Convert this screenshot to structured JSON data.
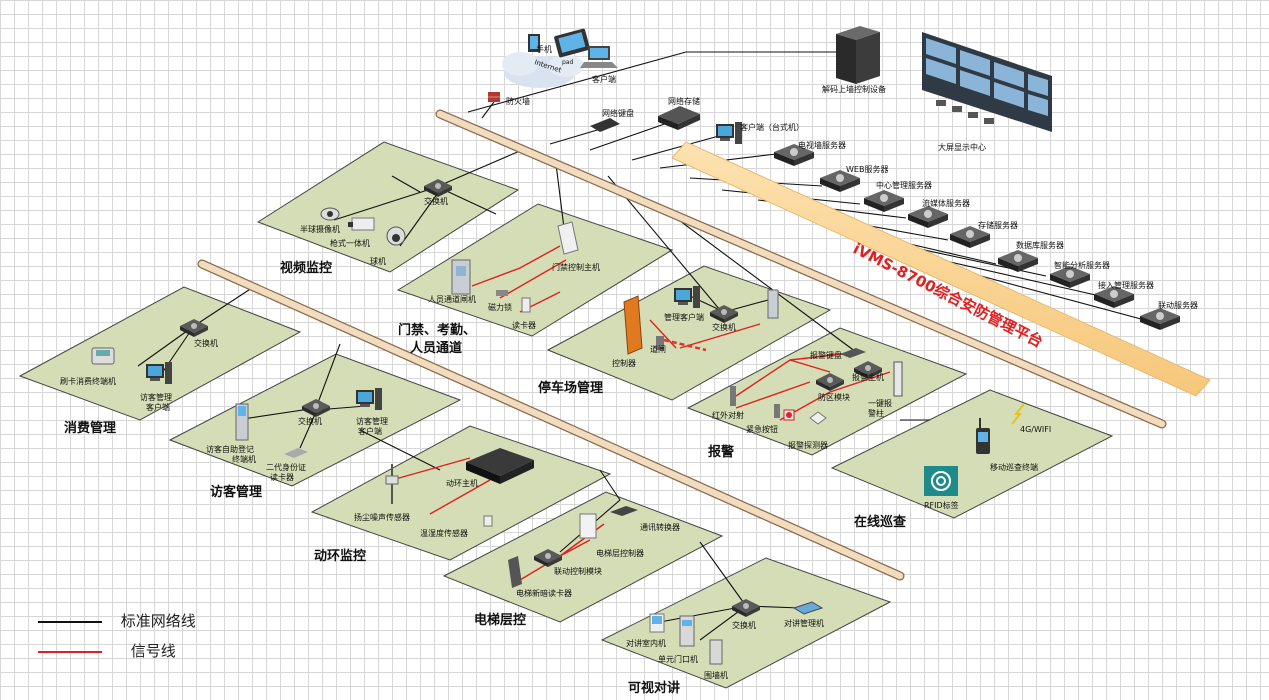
{
  "platform": {
    "title": "iVMS-8700综合安防管理平台"
  },
  "top": {
    "internet": "Internet",
    "phone": "手机",
    "pad": "pad",
    "client": "客户端",
    "firewall": "防火墙",
    "net_keyboard": "网络键盘",
    "net_storage": "网络存储",
    "desktop_client": "客户端（台式机）",
    "decoder": "解码上墙控制设备",
    "video_wall": "大屏显示中心"
  },
  "servers": [
    "电视墙服务器",
    "WEB服务器",
    "中心管理服务器",
    "流媒体服务器",
    "存储服务器",
    "数据库服务器",
    "智能分析服务器",
    "接入管理服务器",
    "联动服务器"
  ],
  "zones": {
    "video": {
      "title": "视频监控",
      "switch": "交换机",
      "dome": "半球摄像机",
      "bullet": "枪式一体机",
      "ball": "球机"
    },
    "access": {
      "title": "门禁、考勤、",
      "title2": "人员通道",
      "controller": "门禁控制主机",
      "gate": "人员通道闸机",
      "lock": "磁力锁",
      "reader": "读卡器"
    },
    "parking": {
      "title": "停车场管理",
      "client": "管理客户端",
      "switch": "交换机",
      "barrier": "道闸",
      "controller": "控制器"
    },
    "consume": {
      "title": "消费管理",
      "switch": "交换机",
      "terminal": "刷卡消费终端机",
      "client": "访客管理",
      "client2": "客户端"
    },
    "visitor": {
      "title": "访客管理",
      "kiosk": "访客自助登记",
      "kiosk2": "终端机",
      "switch": "交换机",
      "client": "访客管理",
      "client2": "客户端",
      "id_reader": "二代身份证",
      "id_reader2": "读卡器"
    },
    "env": {
      "title": "动环监控",
      "host": "动环主机",
      "dust": "扬尘噪声传感器",
      "temp": "温湿度传感器"
    },
    "alarm": {
      "title": "报警",
      "keyboard": "报警键盘",
      "host": "报警主机",
      "ir": "红外对射",
      "zone_module": "防区模块",
      "sos": "一键报",
      "sos2": "警柱",
      "panic": "紧急按钮",
      "detector": "报警探测器"
    },
    "elevator": {
      "title": "电梯层控",
      "converter": "通讯转换器",
      "floor_ctrl": "电梯层控制器",
      "link_module": "联动控制模块",
      "reader": "电梯新暗读卡器"
    },
    "patrol": {
      "title": "在线巡查",
      "net": "4G/WIFI",
      "terminal": "移动巡查终端",
      "rfid": "RFID标签"
    },
    "intercom": {
      "title": "可视对讲",
      "switch": "交换机",
      "indoor": "对讲室内机",
      "unit": "单元门口机",
      "manager": "对讲管理机",
      "wall": "围墙机"
    }
  },
  "legend": {
    "network": "标准网络线",
    "signal": "信号线"
  },
  "colors": {
    "zone_fill": "#d4ddb5",
    "signal": "#e02020",
    "network": "#111111",
    "bus_fill": "#f2dcc0",
    "banner": "#fbd89c",
    "title": "#e02020"
  }
}
